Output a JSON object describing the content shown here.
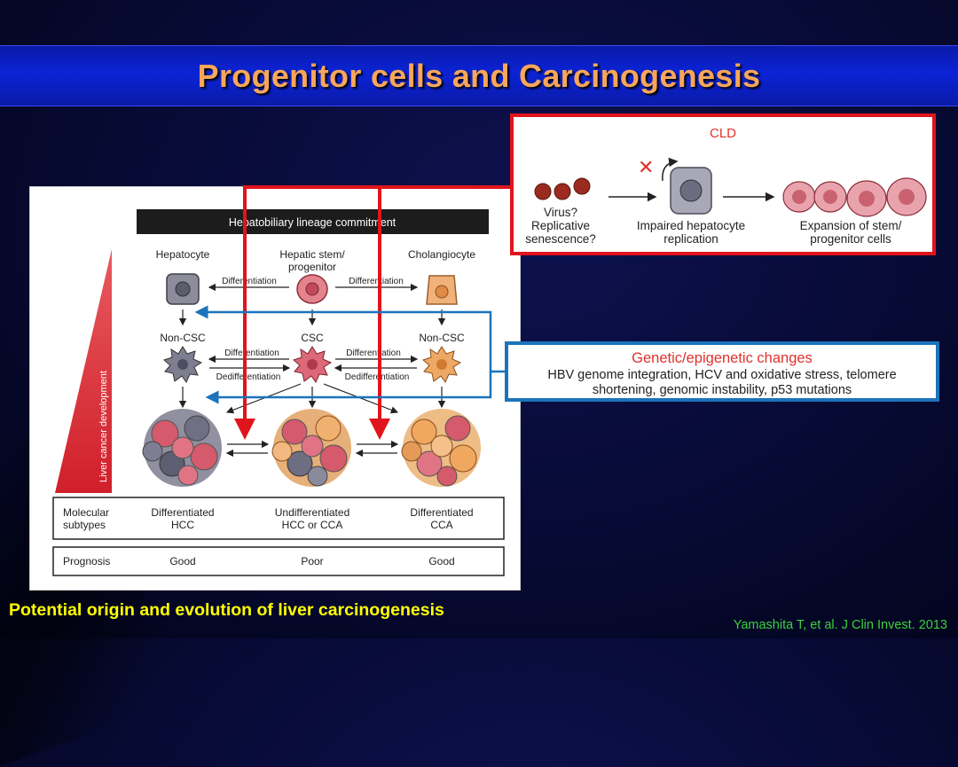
{
  "title": "Progenitor cells and Carcinogenesis",
  "caption": "Potential origin and evolution of liver carcinogenesis",
  "citation": "Yamashita T, et al. J Clin Invest. 2013",
  "figure": {
    "header": "Hepatobiliary lineage commitment",
    "top_cells": [
      "Hepatocyte",
      "Hepatic stem/",
      "progenitor",
      "Cholangiocyte"
    ],
    "differentiation": "Differentiation",
    "dedifferentiation": "Dedifferentiation",
    "non_csc": "Non-CSC",
    "csc": "CSC",
    "vertical_label": "Liver cancer development",
    "molecular": "Molecular",
    "subtypes": "subtypes",
    "prognosis": "Prognosis",
    "subtype_cols": [
      {
        "line1": "Differentiated",
        "line2": "HCC"
      },
      {
        "line1": "Undifferentiated",
        "line2": "HCC or CCA"
      },
      {
        "line1": "Differentiated",
        "line2": "CCA"
      }
    ],
    "prognosis_vals": [
      "Good",
      "Poor",
      "Good"
    ]
  },
  "cld": {
    "title": "CLD",
    "virus_line1": "Virus?",
    "virus_line2": "Replicative",
    "virus_line3": "senescence?",
    "impaired_line1": "Impaired hepatocyte",
    "impaired_line2": "replication",
    "expansion_line1": "Expansion of stem/",
    "expansion_line2": "progenitor cells"
  },
  "genetic": {
    "title": "Genetic/epigenetic changes",
    "line1": "HBV genome integration, HCV and oxidative stress, telomere",
    "line2": "shortening, genomic instability, p53 mutations"
  },
  "colors": {
    "title": "#f7a65a",
    "caption": "#ffff00",
    "citation": "#3bd13b",
    "red_frame": "#e0151b",
    "blue_frame": "#1b74bb",
    "hepatocyte": "#8c8c9a",
    "progenitor": "#d9727c",
    "cholangiocyte": "#e9a768"
  }
}
